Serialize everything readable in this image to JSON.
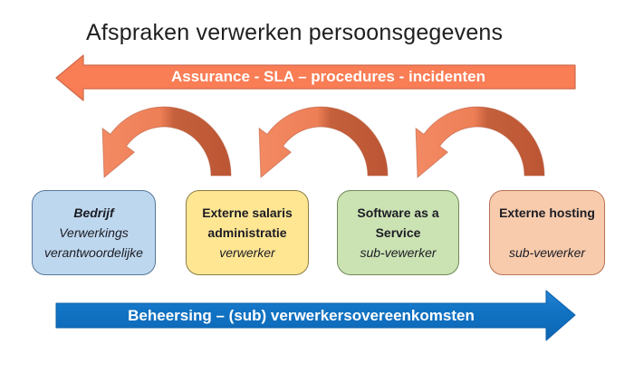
{
  "title": "Afspraken verwerken persoonsgegevens",
  "top_arrow": {
    "label": "Assurance - SLA – procedures - incidenten",
    "fill": "#f97d55",
    "direction": "left"
  },
  "bottom_arrow": {
    "label": "Beheersing – (sub) verwerkersovereenkomsten",
    "fill": "#1173c4",
    "direction": "right"
  },
  "curved_arrows": {
    "count": 3,
    "front_color": "#f1875f",
    "back_color": "#c15a36",
    "direction": "down-left"
  },
  "boxes": [
    {
      "line1": "Bedrijf",
      "line2": "Verwerkings",
      "line3": "verantwoordelijke",
      "fill": "#bdd7ee",
      "border": "#56789b"
    },
    {
      "line1": "Externe salaris",
      "line2": "administratie",
      "line3": "verwerker",
      "fill": "#ffe693",
      "border": "#8b7d45"
    },
    {
      "line1": "Software as a",
      "line2": "Service",
      "line3": "sub-vewerker",
      "fill": "#cbe3b3",
      "border": "#6f8a58"
    },
    {
      "line1": "Externe hosting",
      "line2": "",
      "line3": "sub-vewerker",
      "fill": "#f7cbac",
      "border": "#b97256"
    }
  ]
}
